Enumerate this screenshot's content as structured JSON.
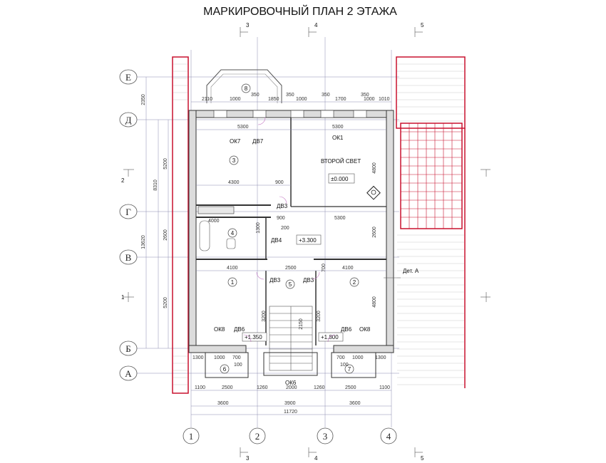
{
  "title": "МАРКИРОВОЧНЫЙ ПЛАН 2 ЭТАЖА",
  "axes_letters": [
    "Е",
    "Д",
    "Г",
    "В",
    "Б",
    "А"
  ],
  "axes_numbers": [
    "1",
    "2",
    "3",
    "4"
  ],
  "section_marks": {
    "top": [
      "3",
      "4",
      "5"
    ],
    "bottom": [
      "3",
      "4",
      "5"
    ],
    "left": [
      "2",
      "1"
    ]
  },
  "top_dims": [
    "2110",
    "1000",
    "350",
    "1850",
    "1000",
    "350",
    "1700",
    "350",
    "1000",
    "1010"
  ],
  "top_dim_extra": "350",
  "bottom_dims_row1": [
    "1100",
    "2500",
    "1260",
    "2000",
    "1260",
    "2500",
    "1100"
  ],
  "bottom_dims_row2": [
    "3600",
    "3900",
    "3600"
  ],
  "bottom_total": "11720",
  "left_dims_outer": [
    "2350",
    "8310",
    "13620"
  ],
  "left_dims_inner": [
    "5200",
    "2600",
    "5200"
  ],
  "room_numbers": [
    "1",
    "2",
    "3",
    "4",
    "5",
    "6",
    "7",
    "8"
  ],
  "labels": {
    "ok7": "ОК7",
    "dv7": "ДВ7",
    "ok1": "ОК1",
    "second_light": "ВТОРОЙ СВЕТ",
    "level_zero": "±0.000",
    "dv3_top": "ДВ3",
    "dv4": "ДВ4",
    "level_3300": "+3.300",
    "dv3_left": "ДВ3",
    "dv3_right": "ДВ3",
    "ok8_left": "ОК8",
    "dv6_left": "ДВ6",
    "ok8_right": "ОК8",
    "dv6_right": "ДВ6",
    "level_1350": "+1.350",
    "level_1800": "+1.800",
    "ok6": "ОК6",
    "det_a": "Дет. А"
  },
  "inner_dims": {
    "r3_w": "5300",
    "r1_w": "5300",
    "w4300": "4300",
    "w900a": "900",
    "w4000": "4000",
    "w900b": "900",
    "w200": "200",
    "w5300b": "5300",
    "w4100a": "4100",
    "w2500": "2500",
    "w4100b": "4100",
    "h4800a": "4800",
    "h2600": "2600",
    "h4800b": "4800",
    "h3200a": "3200",
    "h3200b": "3200",
    "h2150": "2150",
    "h1300": "1300",
    "h700": "700",
    "w100a": "100",
    "w100b": "100",
    "w1000a": "1000",
    "w700a": "700",
    "w700b": "700",
    "w1000b": "1000",
    "w1300b": "1300",
    "w1300a": "1300"
  },
  "colors": {
    "red_outline": "#c8102e",
    "grid_blue": "#8a8ab0",
    "wall_fill": "#dcdcdc"
  }
}
